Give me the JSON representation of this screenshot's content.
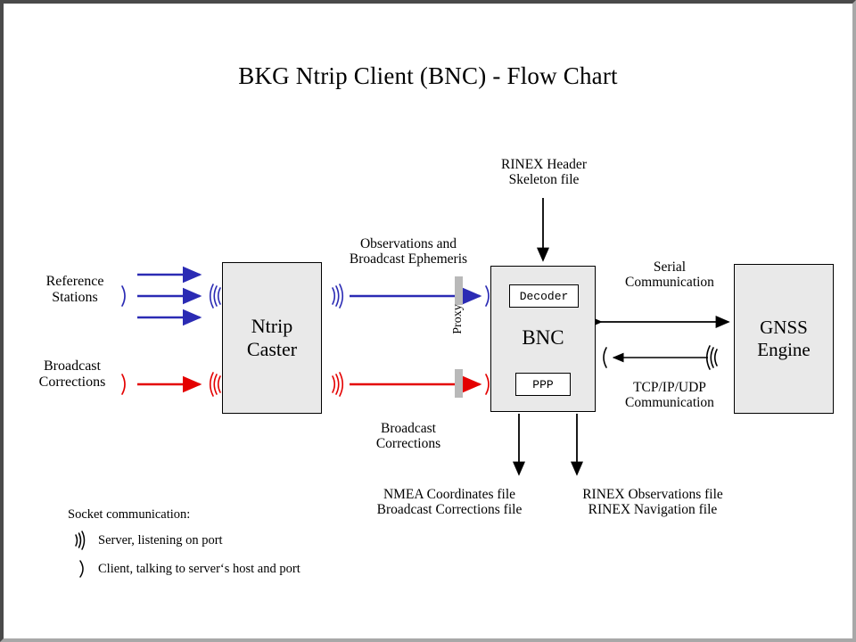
{
  "title": "BKG Ntrip Client (BNC)  -  Flow Chart",
  "nodes": {
    "caster": "Ntrip\nCaster",
    "bnc": "BNC",
    "bnc_decoder": "Decoder",
    "bnc_ppp": "PPP",
    "gnss": "GNSS\nEngine"
  },
  "labels": {
    "reference_stations": "Reference\nStations",
    "broadcast_corrections_in": "Broadcast\nCorrections",
    "observations_ephemeris": "Observations and\nBroadcast Ephemeris",
    "broadcast_corrections_flow": "Broadcast\nCorrections",
    "rinex_header_skeleton": "RINEX Header\nSkeleton file",
    "serial_communication": "Serial\nCommunication",
    "tcpip_communication": "TCP/IP/UDP\nCommunication",
    "proxy": "Proxy",
    "output_left": "NMEA Coordinates file\nBroadcast Corrections file",
    "output_right": "RINEX Observations file\nRINEX Navigation file"
  },
  "legend": {
    "title": "Socket communication:",
    "items": [
      {
        "symbol": "server",
        "text": "Server, listening  on port"
      },
      {
        "symbol": "client",
        "text": "Client, talking to server‘s host and port"
      }
    ]
  },
  "colors": {
    "blue": "#2b2bb4",
    "red": "#e40000",
    "box_fill": "#e9e9e9",
    "proxy_bar": "#b9b9b9",
    "frame_dark": "#4a4a4a",
    "frame_light": "#a8a8a8"
  },
  "chart_data": {
    "type": "diagram",
    "title": "BKG Ntrip Client (BNC)  -  Flow Chart",
    "nodes": [
      {
        "id": "reference_stations",
        "label": "Reference Stations",
        "kind": "source"
      },
      {
        "id": "broadcast_corrections",
        "label": "Broadcast Corrections",
        "kind": "source"
      },
      {
        "id": "ntrip_caster",
        "label": "Ntrip Caster",
        "kind": "box"
      },
      {
        "id": "proxy",
        "label": "Proxy",
        "kind": "barrier"
      },
      {
        "id": "bnc",
        "label": "BNC",
        "kind": "box",
        "children": [
          "Decoder",
          "PPP"
        ]
      },
      {
        "id": "gnss_engine",
        "label": "GNSS Engine",
        "kind": "box"
      },
      {
        "id": "rinex_header_skeleton",
        "label": "RINEX Header Skeleton file",
        "kind": "file"
      },
      {
        "id": "output_nmea",
        "label": "NMEA Coordinates file / Broadcast Corrections file",
        "kind": "file"
      },
      {
        "id": "output_rinex",
        "label": "RINEX Observations file / RINEX Navigation file",
        "kind": "file"
      }
    ],
    "edges": [
      {
        "from": "reference_stations",
        "to": "ntrip_caster",
        "color": "blue",
        "count": 3,
        "label": ""
      },
      {
        "from": "broadcast_corrections",
        "to": "ntrip_caster",
        "color": "red",
        "count": 1,
        "label": ""
      },
      {
        "from": "ntrip_caster",
        "to": "bnc",
        "color": "blue",
        "label": "Observations and Broadcast Ephemeris",
        "through": "proxy"
      },
      {
        "from": "ntrip_caster",
        "to": "bnc",
        "color": "red",
        "label": "Broadcast Corrections",
        "through": "proxy"
      },
      {
        "from": "rinex_header_skeleton",
        "to": "bnc",
        "color": "black",
        "label": ""
      },
      {
        "from": "bnc",
        "to": "gnss_engine",
        "color": "black",
        "label": "Serial Communication",
        "bidirectional": true
      },
      {
        "from": "gnss_engine",
        "to": "bnc",
        "color": "black",
        "label": "TCP/IP/UDP Communication"
      },
      {
        "from": "bnc",
        "to": "output_nmea",
        "color": "black",
        "label": ""
      },
      {
        "from": "bnc",
        "to": "output_rinex",
        "color": "black",
        "label": ""
      }
    ]
  }
}
